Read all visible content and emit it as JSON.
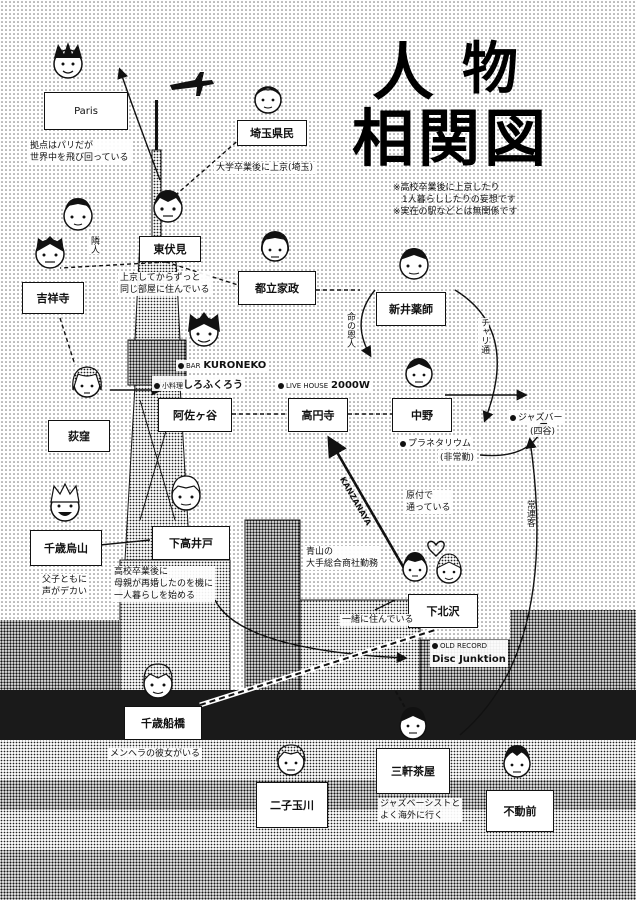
{
  "title": {
    "line1": "人",
    "line2": "物",
    "line3": "相関図"
  },
  "disclaimer": "※高校卒業後に上京したり\n　1人暮らししたりの妄想です\n※実在の駅などとは無関係です",
  "places": {
    "paris": "Paris",
    "saitama": "埼玉県民",
    "higashifushimi": "東伏見",
    "kichijoji": "吉祥寺",
    "toritsukasei": "都立家政",
    "araiyakushi": "新井薬師",
    "ogikubo": "荻窪",
    "asagaya": "阿佐ヶ谷",
    "koenji": "高円寺",
    "nakano": "中野",
    "chitosekarasuyama": "千歳烏山",
    "shimotakaido": "下高井戸",
    "shimokitazawa": "下北沢",
    "chitosefunabashi": "千歳船橋",
    "futakotamagawa": "二子玉川",
    "sangenjaya": "三軒茶屋",
    "fudomae": "不動前"
  },
  "notes": {
    "paris": "拠点はパリだが\n世界中を飛び回っている",
    "saitama": "大学卒業後に上京(埼玉)",
    "higashifushimi": "上京してからずっと\n同じ部屋に住んでいる",
    "neighbor": "隣人",
    "onjin": "命の恩人",
    "chari": "チャリ通",
    "karasuyama": "父子ともに\n声がデカい",
    "shimotakaido": "高校卒業後に\n母親が再婚したのを機に\n一人暮らしを始める",
    "gentsuki": "原付で\n通っている",
    "aoyama": "青山の\n大手総合商社勤務",
    "together": "一緒に住んでいる",
    "menhera": "メンヘラの彼女がいる",
    "jazzspace": "ジャズベーシストと\nよく海外に行く",
    "regular": "常連客",
    "kanzana": "KANZANAYA"
  },
  "venues": {
    "kuroneko_pre": "BAR",
    "kuroneko": "KURONEKO",
    "shirofukuro_pre": "小料理",
    "shirofukuro": "しろふくろう",
    "livehouse_pre": "LIVE HOUSE",
    "livehouse": "2000W",
    "planetarium": "プラネタリウム",
    "planetarium_sub": "(非常勤)",
    "jazzbar": "ジャズバー",
    "jazzbar_sub": "(四谷)",
    "record_pre": "OLD RECORD",
    "record": "Disc Junktion"
  }
}
